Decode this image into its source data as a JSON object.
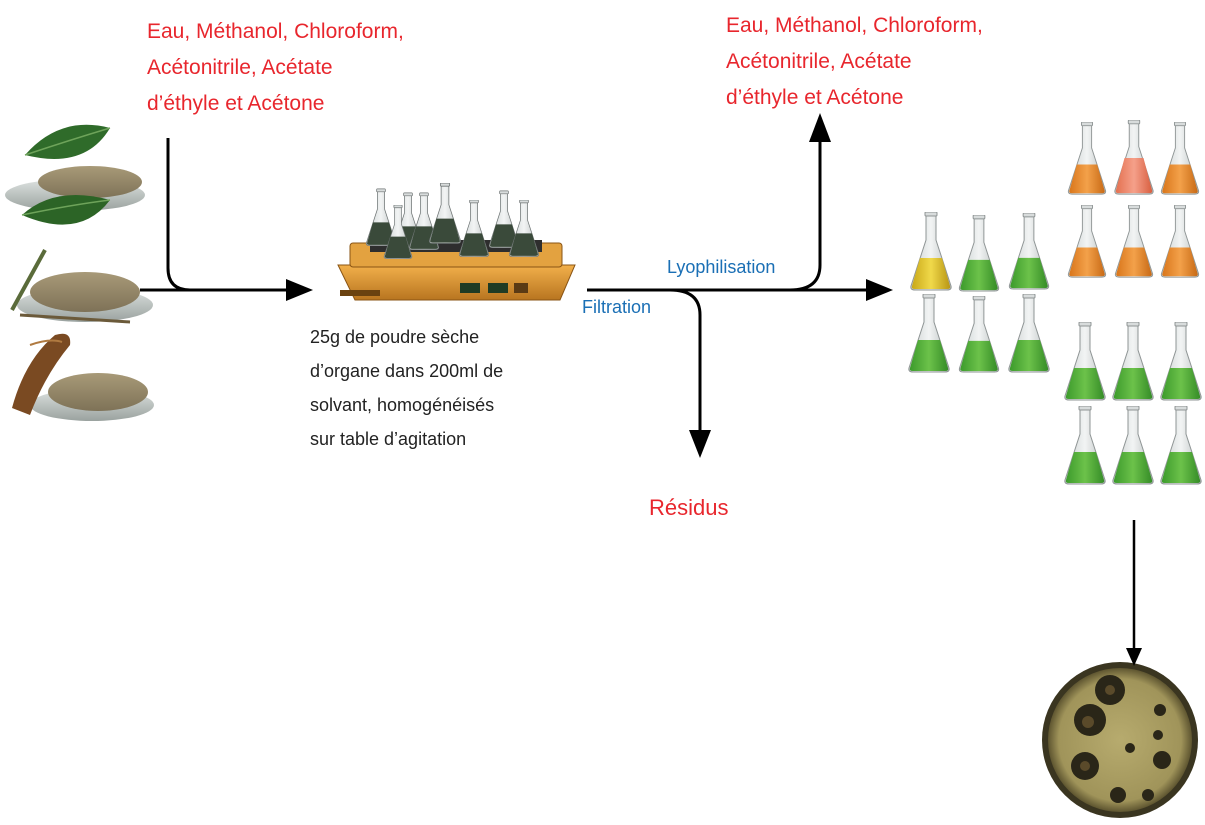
{
  "solvents_top_left": [
    "Eau, Méthanol, Chloroform,",
    "Acétonitrile, Acétate",
    "d’éthyle et Acétone"
  ],
  "solvents_top_right": [
    "Eau, Méthanol, Chloroform,",
    "Acétonitrile, Acétate",
    "d’éthyle et Acétone"
  ],
  "step_labels": {
    "lyophilisation": "Lyophilisation",
    "filtration": "Filtration",
    "residus": "Résidus"
  },
  "extraction_description": [
    "25g de poudre sèche",
    "d’organe dans 200ml de",
    "solvant, homogénéisés",
    "sur table d’agitation"
  ],
  "colors": {
    "solvent_text": "#e8262d",
    "process_text": "#1a6fb5",
    "arrow": "#000000",
    "extract_green": "#4fa83a",
    "extract_orange": "#e8892a",
    "extract_yellow": "#e0c31e"
  }
}
